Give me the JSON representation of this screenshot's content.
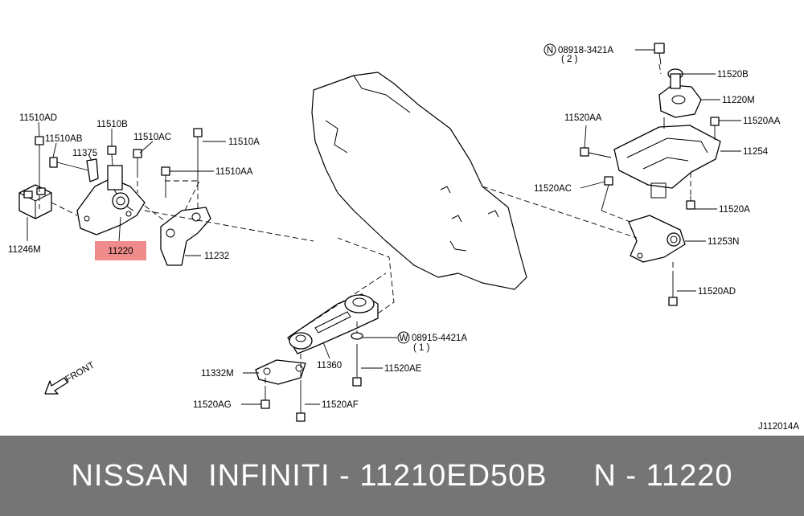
{
  "diagram": {
    "code": "J112014A",
    "front_label": "FRONT",
    "highlight_color": "#f08b8b",
    "labels": {
      "11510AD": "11510AD",
      "11510AB": "11510AB",
      "11510B": "11510B",
      "11510AC": "11510AC",
      "11375": "11375",
      "11510A": "11510A",
      "11510AA": "11510AA",
      "11246M": "11246M",
      "11220": "11220",
      "11232": "11232",
      "n08918": "08918-3421A",
      "n08918_qty": "( 2 )",
      "11520B": "11520B",
      "11220M": "11220M",
      "11520AA_left": "11520AA",
      "11520AA_right": "11520AA",
      "11254": "11254",
      "11520AC": "11520AC",
      "11520A": "11520A",
      "11253N": "11253N",
      "11520AD": "11520AD",
      "w08915": "08915-4421A",
      "w08915_qty": "( 1 )",
      "11360": "11360",
      "11332M": "11332M",
      "11520AE": "11520AE",
      "11520AG": "11520AG",
      "11520AF": "11520AF"
    }
  },
  "footer": {
    "text": "NISSAN  INFINITI - 11210ED50B     N - 11220"
  }
}
